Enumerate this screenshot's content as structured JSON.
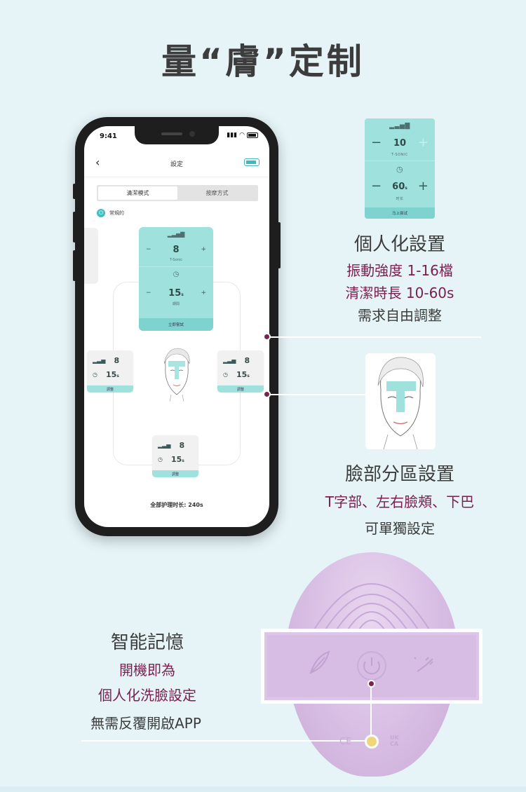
{
  "page": {
    "title": "量“膚”定制"
  },
  "phone_app": {
    "status_time": "9:41",
    "nav_back": "‹",
    "nav_title": "設定",
    "tabs": [
      "清潔模式",
      "按摩方式"
    ],
    "mode_label": "常規的",
    "zone_card": {
      "intensity": "8",
      "intensity_label": "T-Sonic",
      "time_value": "15",
      "time_unit": "s",
      "time_label": "期間",
      "action": "立即嘗試",
      "minus": "−",
      "plus": "+"
    },
    "left_card": {
      "intensity": "8",
      "time": "15",
      "unit": "s",
      "action": "調整"
    },
    "right_card": {
      "intensity": "8",
      "time": "15",
      "unit": "s",
      "action": "調整"
    },
    "chin_card": {
      "intensity": "8",
      "time": "15",
      "unit": "s",
      "action": "調整"
    },
    "total": "全部护理时长: 240s"
  },
  "control_card": {
    "intensity": "10",
    "intensity_label": "T-SONIC",
    "time_value": "60",
    "time_unit": "s",
    "time_label": "时长",
    "action": "马上尝试",
    "minus": "−",
    "plus": "+"
  },
  "section_personal": {
    "heading": "個人化設置",
    "line1": "振動強度 1-16檔",
    "line2": "清潔時長 10-60s",
    "line3": "需求自由調整"
  },
  "section_face": {
    "heading": "臉部分區設置",
    "line1": "T字部、左右臉頰、下巴",
    "line2": "可單獨設定"
  },
  "section_memory": {
    "heading": "智能記憶",
    "line1": "開機即為",
    "line2": "個人化洗臉設定",
    "line3": "無需反覆開啟APP"
  },
  "device_marks": {
    "ce": "CE",
    "ukca": "UK CA"
  },
  "colors": {
    "background": "#e6f4f8",
    "accent": "#7a1f4d",
    "mint": "#9fe2dd",
    "device": "#d7bde3"
  }
}
